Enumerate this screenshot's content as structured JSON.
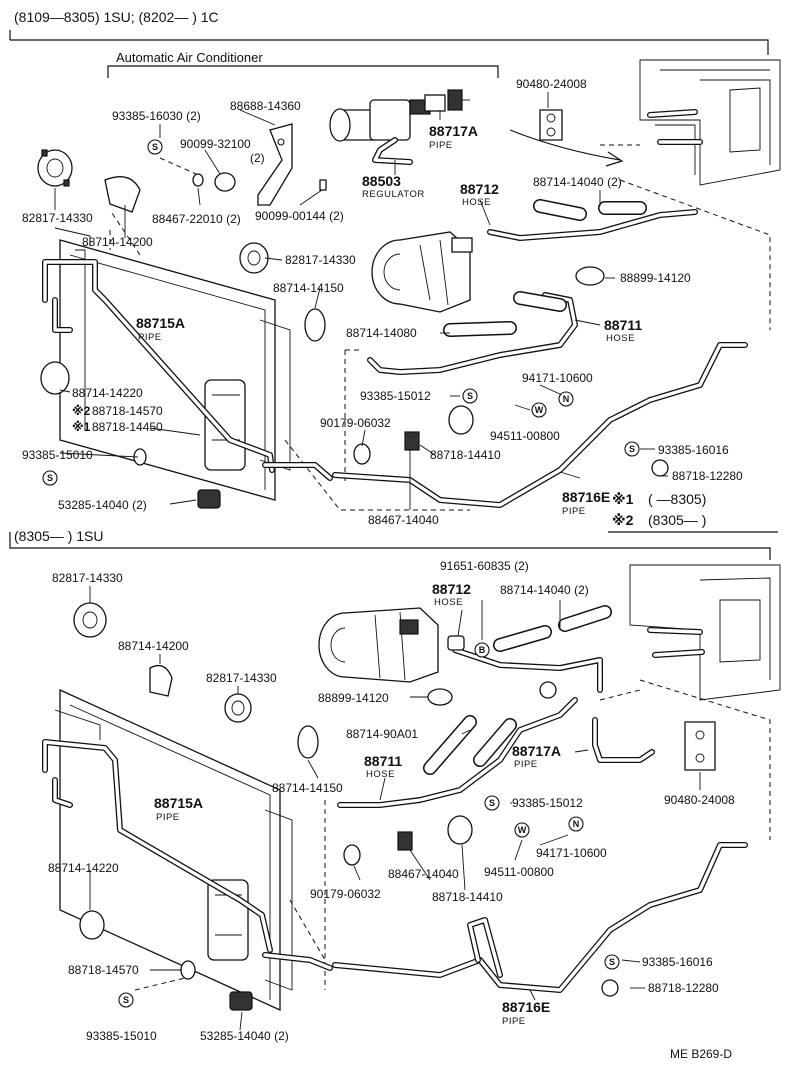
{
  "sections": {
    "top_header": "(8109—8305) 1SU; (8202—        ) 1C",
    "top_subheader": "Automatic Air Conditioner",
    "bottom_header": "(8305—        ) 1SU"
  },
  "legend": {
    "n1_mark": "※1",
    "n1_text": "(        —8305)",
    "n2_mark": "※2",
    "n2_text": "(8305—          )"
  },
  "footer_code": "ME  B269-D",
  "symbols": {
    "s": "S",
    "n": "N",
    "w": "W",
    "b": "B"
  },
  "top": {
    "p93385_16030": "93385-16030 (2)",
    "p88688_14360": "88688-14360",
    "p90099_32100": "90099-32100",
    "p90099_32100_qty": "(2)",
    "p88467_22010": "88467-22010 (2)",
    "p90099_00144": "90099-00144 (2)",
    "p88503": "88503",
    "p88503_sub": "REGULATOR",
    "p88717A": "88717A",
    "p88717A_sub": "PIPE",
    "p90480_24008": "90480-24008",
    "p82817_14330a": "82817-14330",
    "p88714_14200": "88714-14200",
    "p82817_14330b": "82817-14330",
    "p88712": "88712",
    "p88712_sub": "HOSE",
    "p88714_14040": "88714-14040 (2)",
    "p88899_14120": "88899-14120",
    "p88714_14150": "88714-14150",
    "p88715A": "88715A",
    "p88715A_sub": "PIPE",
    "p88714_14080": "88714-14080",
    "p88711": "88711",
    "p88711_sub": "HOSE",
    "p88714_14220": "88714-14220",
    "p88718_14570": "88718-14570",
    "p88718_14450": "88718-14450",
    "p93385_15012": "93385-15012",
    "p94171_10600": "94171-10600",
    "p90179_06032": "90179-06032",
    "p94511_00800": "94511-00800",
    "p93385_15010": "93385-15010",
    "p88718_14410": "88718-14410",
    "p93385_16016": "93385-16016",
    "p88718_12280": "88718-12280",
    "p53285_14040": "53285-14040 (2)",
    "p88716E": "88716E",
    "p88716E_sub": "PIPE",
    "p88467_14040": "88467-14040",
    "mark1": "※2",
    "mark2": "※1"
  },
  "bottom": {
    "p82817_14330a": "82817-14330",
    "p91651_60835": "91651-60835 (2)",
    "p88712": "88712",
    "p88712_sub": "HOSE",
    "p88714_14040": "88714-14040 (2)",
    "p88714_14200": "88714-14200",
    "p82817_14330b": "82817-14330",
    "p88899_14120": "88899-14120",
    "p88714_90A01": "88714-90A01",
    "p88711": "88711",
    "p88711_sub": "HOSE",
    "p88717A": "88717A",
    "p88717A_sub": "PIPE",
    "p88714_14150": "88714-14150",
    "p90480_24008": "90480-24008",
    "p88715A": "88715A",
    "p88715A_sub": "PIPE",
    "p93385_15012": "93385-15012",
    "p94171_10600": "94171-10600",
    "p88714_14220": "88714-14220",
    "p88467_14040": "88467-14040",
    "p94511_00800": "94511-00800",
    "p90179_06032": "90179-06032",
    "p88718_14410": "88718-14410",
    "p93385_16016": "93385-16016",
    "p88718_14570": "88718-14570",
    "p88718_12280": "88718-12280",
    "p88716E": "88716E",
    "p88716E_sub": "PIPE",
    "p93385_15010": "93385-15010",
    "p53285_14040": "53285-14040 (2)"
  }
}
